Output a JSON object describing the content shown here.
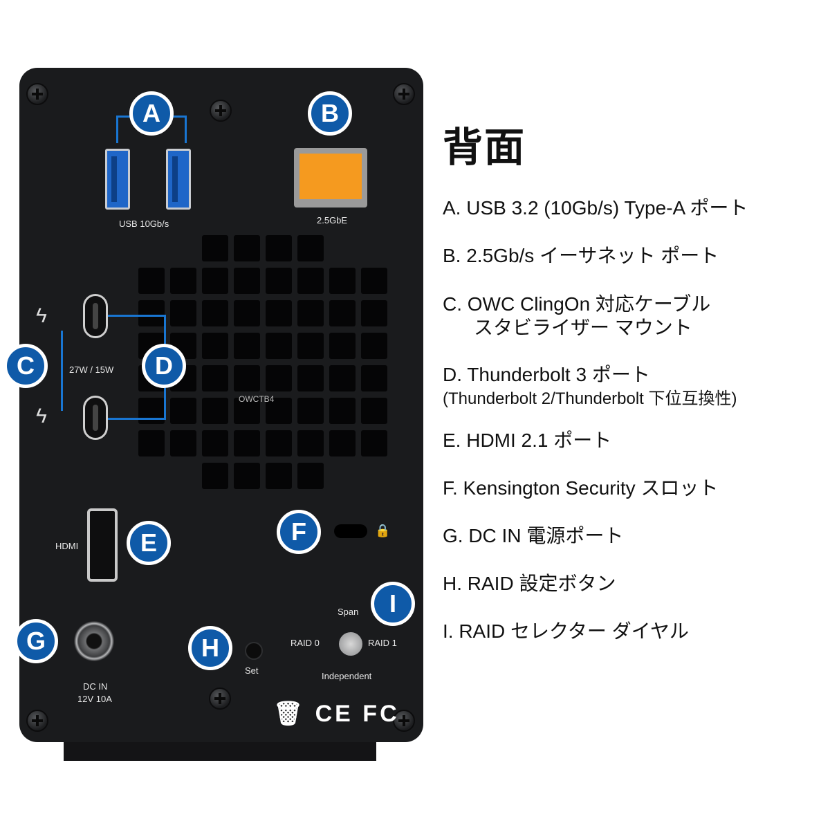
{
  "device": {
    "usb_label": "USB 10Gb/s",
    "eth_label": "2.5GbE",
    "power_label": "27W / 15W",
    "hdmi_label": "HDMI",
    "dc_label": "DC IN",
    "dc_rating": "12V 10A",
    "set_label": "Set",
    "fan_label": "OWCTB4",
    "dial": {
      "top": "Span",
      "left": "RAID 0",
      "right": "RAID 1",
      "bottom": "Independent"
    },
    "marks": "CE FC"
  },
  "badges": [
    "A",
    "B",
    "C",
    "D",
    "E",
    "F",
    "G",
    "H",
    "I"
  ],
  "legend": {
    "title": "背面",
    "items": [
      "A. USB 3.2 (10Gb/s) Type-A ポート",
      "B. 2.5Gb/s イーサネット ポート",
      "C. OWC ClingOn 対応ケーブル",
      "スタビライザー マウント",
      "D. Thunderbolt 3 ポート",
      "(Thunderbolt 2/Thunderbolt 下位互換性)",
      "E. HDMI 2.1 ポート",
      "F. Kensington Security スロット",
      "G. DC IN 電源ポート",
      "H. RAID 設定ボタン",
      "I. RAID セレクター ダイヤル"
    ]
  },
  "colors": {
    "badge": "#0f5aa8",
    "line": "#1976d2",
    "device": "#1a1b1d",
    "ethernet": "#f59a1f"
  }
}
